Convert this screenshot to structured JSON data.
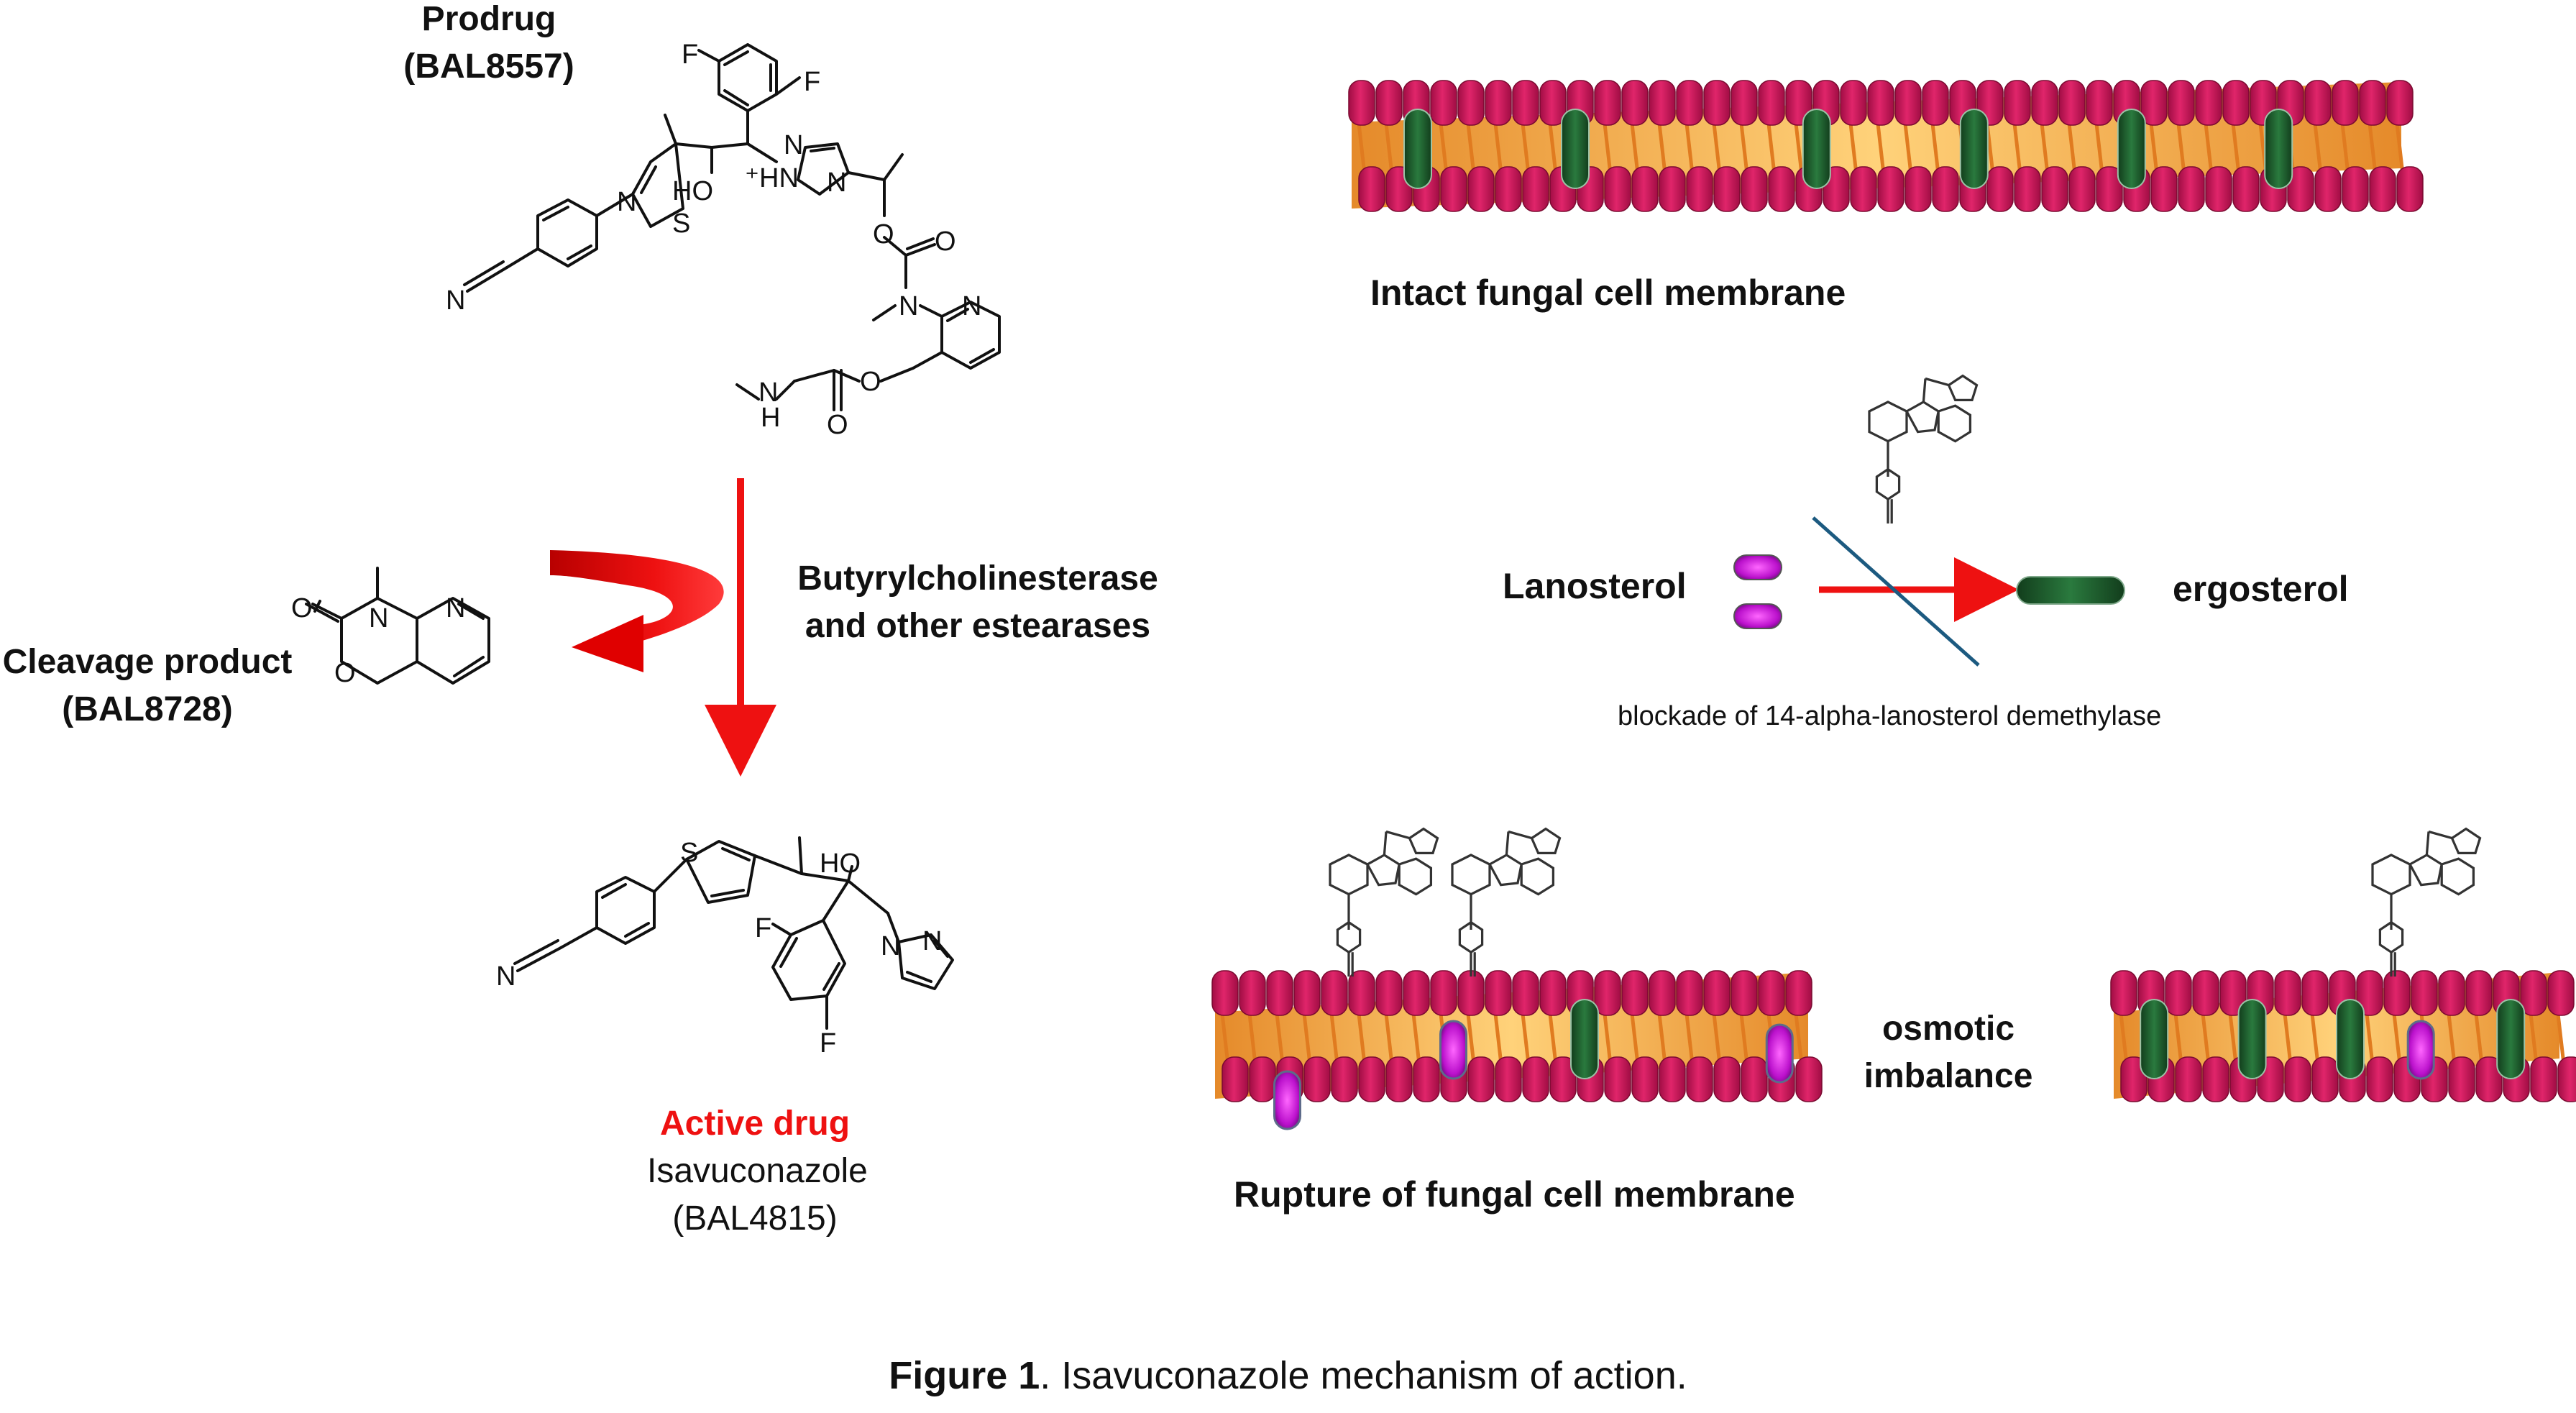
{
  "prodrug": {
    "line1": "Prodrug",
    "line2": "(BAL8557)"
  },
  "enzyme": {
    "line1": "Butyrylcholinesterase",
    "line2": "and other estearases"
  },
  "cleavage": {
    "line1": "Cleavage product",
    "line2": "(BAL8728)"
  },
  "active": {
    "line1": "Active drug",
    "line2": "Isavuconazole",
    "line3": "(BAL4815)"
  },
  "membranes": {
    "intact": "Intact fungal cell membrane",
    "rupture": "Rupture of fungal cell membrane",
    "osmotic": {
      "line1": "osmotic",
      "line2": "imbalance"
    }
  },
  "pathway": {
    "lanosterol": "Lanosterol",
    "ergosterol": "ergosterol",
    "blockade": "blockade of 14-alpha-lanosterol demethylase"
  },
  "caption": {
    "figure": "Figure 1",
    "text": ". Isavuconazole mechanism of action."
  },
  "atoms": {
    "F": "F",
    "HO": "HO",
    "NH": "⁺HN",
    "N": "N",
    "S": "S",
    "O": "O",
    "H": "H",
    "NC": "N"
  },
  "colors": {
    "membrane_head": "#d0185a",
    "membrane_head_dark": "#8e0c3a",
    "membrane_tail": "#f6b24a",
    "ergosterol": "#1d5a2c",
    "lanosterol": "#cc22cc",
    "arrow": "#ee1111",
    "block_line": "#1c5a80"
  }
}
